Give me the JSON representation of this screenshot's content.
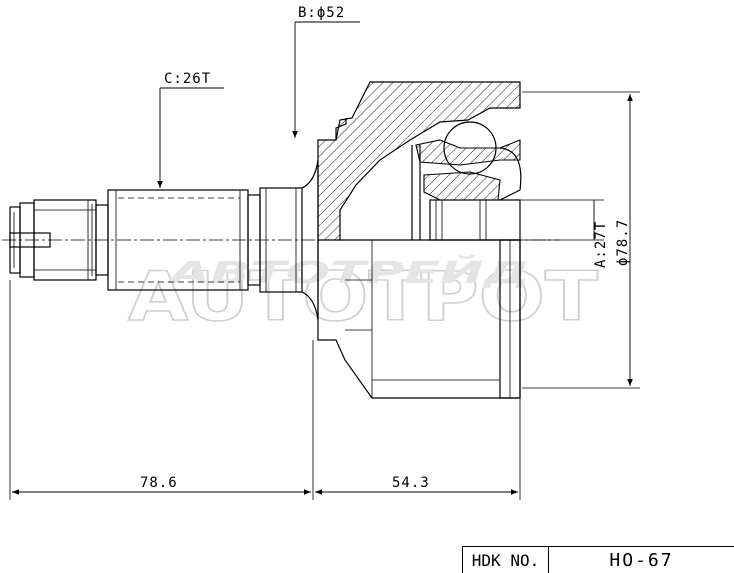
{
  "dimensions": {
    "b_label": "B:ϕ52",
    "c_label": "C:26T",
    "a_label": "A:27T",
    "dia_label": "ϕ78.7",
    "left_length": "78.6",
    "right_length": "54.3"
  },
  "watermark": {
    "main": "AUTOTPOT",
    "overlay": "АВТОТРЕЙД"
  },
  "title_block": {
    "key": "HDK NO.",
    "value": "HO-67"
  }
}
